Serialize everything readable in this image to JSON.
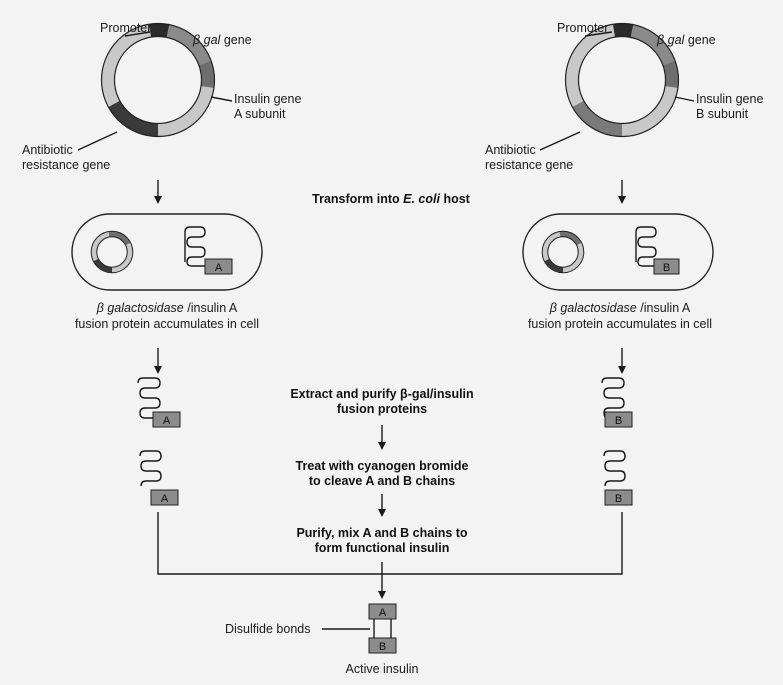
{
  "colors": {
    "background": "#f3f3f3",
    "promoter": "#2a2a2a",
    "beta_gal": "#8a8a8a",
    "insulin_gene": "#6e6e6e",
    "antibiotic": "#3a3a3a",
    "plasmid_other": "#c8c8c8",
    "protein_box": "#8c8c8c"
  },
  "icons": [
    "plasmid",
    "fusion-protein-coil",
    "arrow-down",
    "insulin-dimer"
  ],
  "left_plasmid": {
    "promoter": "Promoter",
    "beta_symbol": "β",
    "gal_gene": "gal",
    "gene_word": "gene",
    "insulin_line1": "Insulin gene",
    "insulin_line2": "A subunit",
    "antibiotic_line1": "Antibiotic",
    "antibiotic_line2": "resistance gene"
  },
  "right_plasmid": {
    "promoter": "Promoter",
    "beta_symbol": "β",
    "gal_gene": "gal",
    "gene_word": "gene",
    "insulin_line1": "Insulin gene",
    "insulin_line2": "B subunit",
    "antibiotic_line1": "Antibiotic",
    "antibiotic_line2": "resistance gene"
  },
  "transform_prefix": "Transform into ",
  "transform_italic": "E. coli",
  "transform_suffix": " host",
  "left_cell": {
    "letter": "A",
    "caption_italic": "β galactosidase",
    "caption_rest": " /insulin A",
    "caption_line2": "fusion protein accumulates in cell"
  },
  "right_cell": {
    "letter": "B",
    "caption_italic": "β galactosidase",
    "caption_rest": " /insulin A",
    "caption_line2": "fusion protein accumulates in cell"
  },
  "steps": {
    "extract_line1": "Extract and purify β-gal/insulin",
    "extract_line2": "fusion proteins",
    "treat_line1": "Treat with cyanogen bromide",
    "treat_line2": "to cleave A and B chains",
    "purify_line1": "Purify, mix A and B chains to",
    "purify_line2": "form functional insulin"
  },
  "left_chain_letter": "A",
  "right_chain_letter": "B",
  "insulin": {
    "top_letter": "A",
    "bottom_letter": "B",
    "disulfide_label": "Disulfide bonds",
    "active_label": "Active insulin"
  }
}
